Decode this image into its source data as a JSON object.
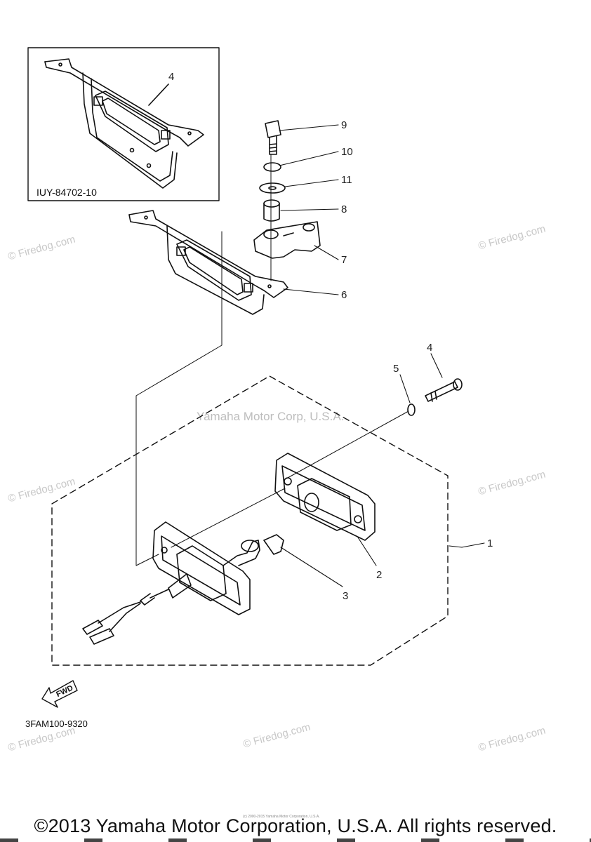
{
  "inset": {
    "code": "IUY-84702-10",
    "callout": "4"
  },
  "callouts": [
    "1",
    "2",
    "3",
    "4",
    "5",
    "6",
    "7",
    "8",
    "9",
    "10",
    "11"
  ],
  "diagram_code": "3FAM100-9320",
  "fwd_label": "FWD",
  "watermarks": {
    "site": "© Firedog.com",
    "center": "Yamaha Motor Corp, U.S.A."
  },
  "footer": {
    "copyright": "©2013 Yamaha Motor Corporation, U.S.A. All rights reserved.",
    "fine_print": "(c) 2000-2015 Yamaha Motor Corporation, U.S.A."
  }
}
